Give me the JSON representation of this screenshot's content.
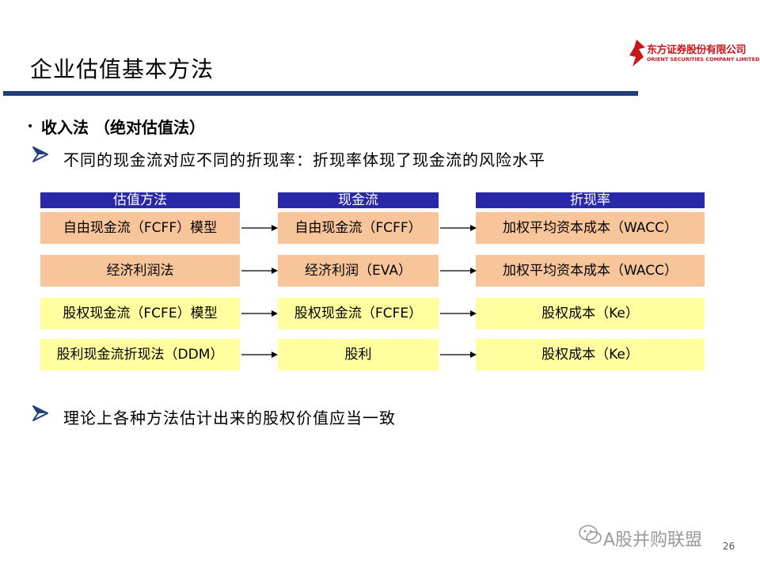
{
  "slide": {
    "title": "企业估值基本方法",
    "page_number": "26"
  },
  "logo": {
    "name_cn": "东方证券股份有限公司",
    "name_en": "ORIENT SECURITIES COMPANY LIMITED",
    "color": "#c8161d"
  },
  "section": {
    "bullet": "•",
    "heading": "收入法 （绝对估值法）"
  },
  "points": [
    "不同的现金流对应不同的折现率：折现率体现了现金流的风险水平",
    "理论上各种方法估计出来的股权价值应当一致"
  ],
  "table": {
    "headers": [
      "估值方法",
      "现金流",
      "折现率"
    ],
    "rows": [
      {
        "method": "自由现金流（FCFF）模型",
        "cashflow": "自由现金流（FCFF）",
        "rate": "加权平均资本成本（WACC）",
        "color": "#f8c59a"
      },
      {
        "method": "经济利润法",
        "cashflow": "经济利润（EVA）",
        "rate": "加权平均资本成本（WACC）",
        "color": "#f8c59a"
      },
      {
        "method": "股权现金流（FCFE）模型",
        "cashflow": "股权现金流（FCFE）",
        "rate": "股权成本（Ke）",
        "color": "#ffff9f"
      },
      {
        "method": "股利现金流折现法（DDM）",
        "cashflow": "股利",
        "rate": "股权成本（Ke）",
        "color": "#ffff9f"
      }
    ],
    "header_color": "#2828a8"
  },
  "watermark": {
    "text": "A股并购联盟"
  },
  "colors": {
    "title_rule": "#1f3f7a",
    "accent_blue": "#1f3f7a"
  }
}
